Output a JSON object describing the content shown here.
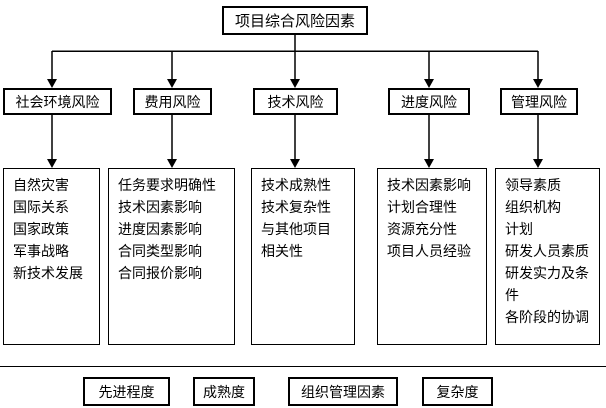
{
  "diagram": {
    "title": "项目综合风险因素",
    "columns": [
      {
        "category": "社会环境风险",
        "factors": [
          "自然灾害",
          "国际关系",
          "国家政策",
          "军事战略",
          "新技术发展"
        ]
      },
      {
        "category": "费用风险",
        "factors": [
          "任务要求明确性",
          "技术因素影响",
          "进度因素影响",
          "合同类型影响",
          "合同报价影响"
        ]
      },
      {
        "category": "技术风险",
        "factors": [
          "技术成熟性",
          "技术复杂性",
          "与其他项目相关性"
        ]
      },
      {
        "category": "进度风险",
        "factors": [
          "技术因素影响",
          "计划合理性",
          "资源充分性",
          "项目人员经验"
        ]
      },
      {
        "category": "管理风险",
        "factors": [
          "领导素质",
          "组织机构",
          "计划",
          "研发人员素质",
          "研发实力及条件",
          "各阶段的协调"
        ]
      }
    ],
    "footer_labels": [
      "先进程度",
      "成熟度",
      "组织管理因素",
      "复杂度"
    ],
    "colors": {
      "line": "#000000",
      "text": "#000000",
      "background": "#ffffff"
    }
  }
}
